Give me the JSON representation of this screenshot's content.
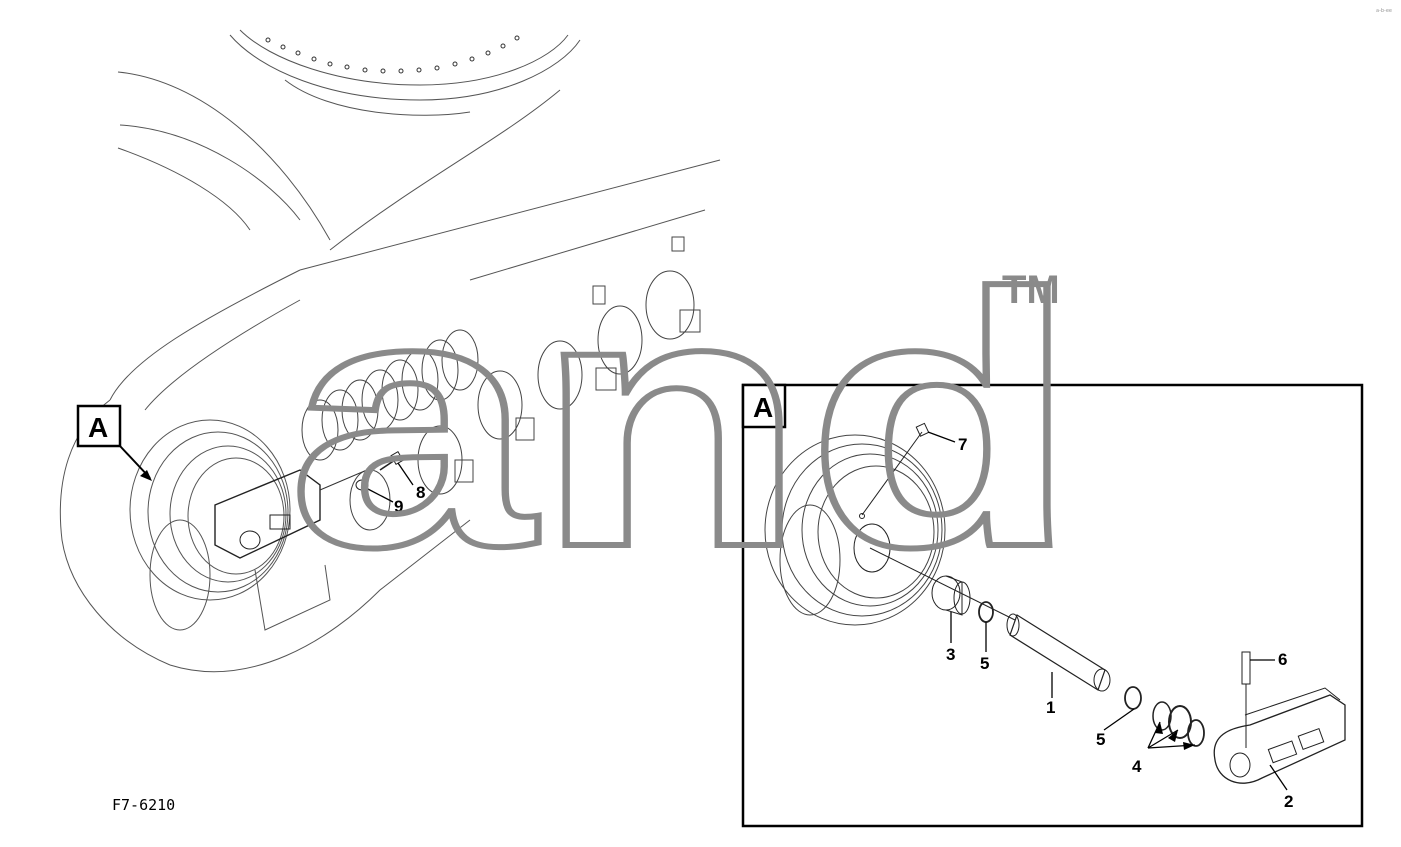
{
  "figure_code": "F7-6210",
  "view_label": "A",
  "detail_view_label": "A",
  "watermark": {
    "text": "and",
    "trademark": "TM"
  },
  "corner_mark": "a-b-ee",
  "overview_callouts": [
    {
      "id": "8",
      "label": "8"
    },
    {
      "id": "9",
      "label": "9"
    }
  ],
  "detail_callouts": [
    {
      "id": "1",
      "label": "1"
    },
    {
      "id": "2",
      "label": "2"
    },
    {
      "id": "3",
      "label": "3"
    },
    {
      "id": "4",
      "label": "4"
    },
    {
      "id": "5a",
      "label": "5"
    },
    {
      "id": "5b",
      "label": "5"
    },
    {
      "id": "6",
      "label": "6"
    },
    {
      "id": "7",
      "label": "7"
    }
  ]
}
